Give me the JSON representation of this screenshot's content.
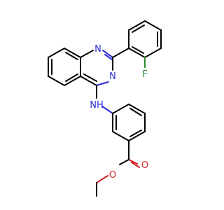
{
  "atoms": {
    "n1": "N",
    "n3": "N",
    "nh": "NH",
    "f": "F",
    "o_carbonyl": "O",
    "o_ester": "O"
  },
  "colors": {
    "nitrogen": "#2b2bd9",
    "oxygen": "#d91f1f",
    "fluorine": "#2e8b2e",
    "carbon": "#000000",
    "background": "#ffffff"
  }
}
